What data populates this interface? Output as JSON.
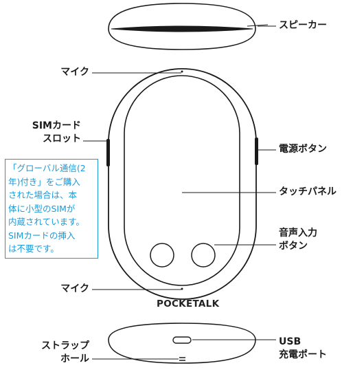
{
  "labels": {
    "speaker": "スピーカー",
    "mic_top": "マイク",
    "sim_slot": [
      "SIMカード",
      "スロット"
    ],
    "power_button": "電源ボタン",
    "touch_panel": "タッチパネル",
    "voice_input_button": [
      "音声入力",
      "ボタン"
    ],
    "mic_bottom": "マイク",
    "strap_hole": [
      "ストラップ",
      "ホール"
    ],
    "usb_port": [
      "USB",
      "充電ポート"
    ]
  },
  "note": {
    "lines": [
      "「グローバル通信(2",
      "年)付き」をご購入",
      "された場合は、本",
      "体に小型のSIMが",
      "内蔵されています。",
      "SIMカードの挿入",
      "は不要です。"
    ]
  },
  "logo": "POCKETALK",
  "colors": {
    "note": "#1b9ad8",
    "line": "#1a1a1a"
  }
}
